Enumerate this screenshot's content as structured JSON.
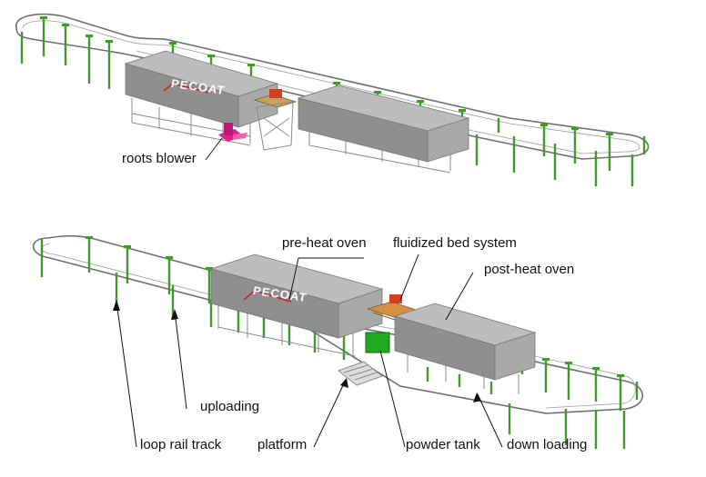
{
  "top_figure": {
    "logo": "PECOAT",
    "labels": {
      "roots_blower": "roots blower"
    }
  },
  "bottom_figure": {
    "logo": "PECOAT",
    "labels": {
      "pre_heat_oven": "pre-heat oven",
      "fluidized_bed_system": "fluidized bed system",
      "post_heat_oven": "post-heat oven",
      "uploading": "uploading",
      "loop_rail_track": "loop rail  track",
      "platform": "platform",
      "powder_tank": "powder tank",
      "down_loading": "down loading"
    }
  },
  "colors": {
    "oven_top": "#b9b9b9",
    "oven_side": "#8f8f8f",
    "oven_front": "#a6a6a6",
    "rail": "#6f6f6f",
    "post": "#3f9a2a",
    "roots_blower": "#e0208c",
    "powder_tank": "#1faa1f",
    "fluidized_bed": "#d49040"
  }
}
